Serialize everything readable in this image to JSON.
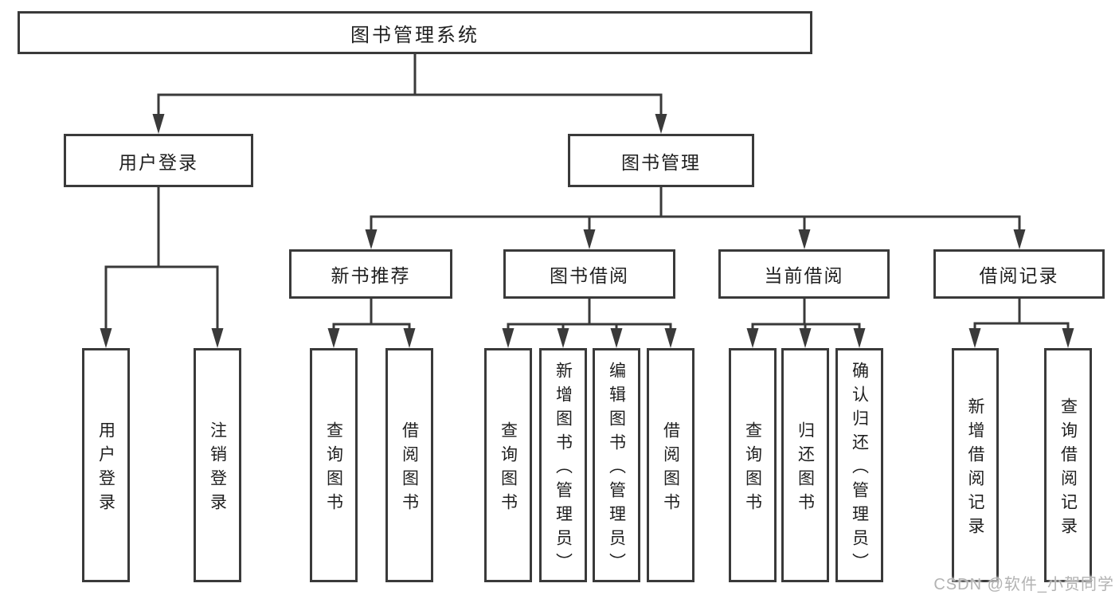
{
  "diagram_title": "图书管理系统",
  "tree": {
    "root": {
      "label": "图书管理系统"
    },
    "branches": [
      {
        "label": "用户登录",
        "children": [
          {
            "label": "用户登录"
          },
          {
            "label": "注销登录"
          }
        ]
      },
      {
        "label": "图书管理",
        "children": [
          {
            "label": "新书推荐",
            "children": [
              {
                "label": "查询图书"
              },
              {
                "label": "借阅图书"
              }
            ]
          },
          {
            "label": "图书借阅",
            "children": [
              {
                "label": "查询图书"
              },
              {
                "label": "新增图书（管理员）"
              },
              {
                "label": "编辑图书（管理员）"
              },
              {
                "label": "借阅图书"
              }
            ]
          },
          {
            "label": "当前借阅",
            "children": [
              {
                "label": "查询图书"
              },
              {
                "label": "归还图书"
              },
              {
                "label": "确认归还（管理员）"
              }
            ]
          },
          {
            "label": "借阅记录",
            "children": [
              {
                "label": "新增借阅记录"
              },
              {
                "label": "查询借阅记录"
              }
            ]
          }
        ]
      }
    ]
  },
  "watermark": {
    "text": "CSDN @软件_小贺同学"
  },
  "colors": {
    "line": "#3a3a3a",
    "box_border": "#3a3a3a",
    "text": "#1f1f1f",
    "watermark": "#b3b3b3",
    "background": "#ffffff"
  }
}
